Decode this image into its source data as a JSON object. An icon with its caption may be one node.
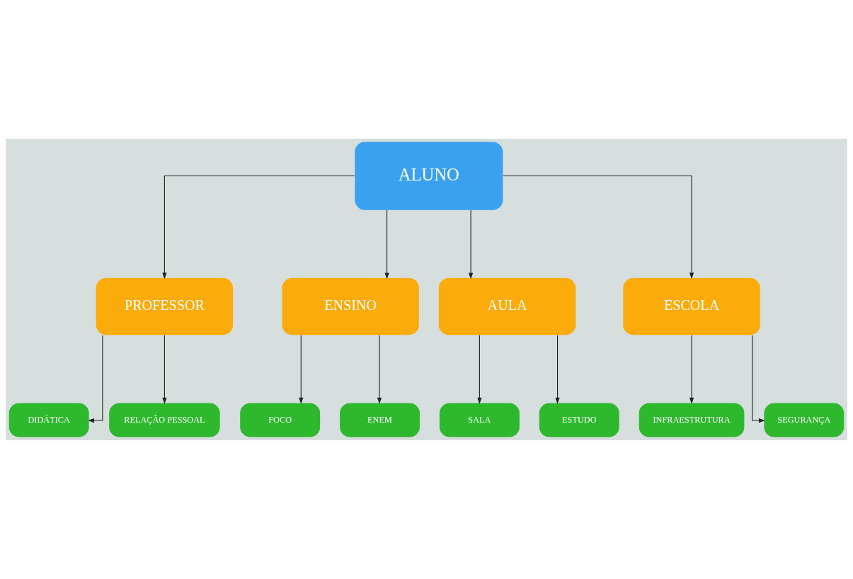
{
  "diagram": {
    "nodes": [
      {
        "text": [
          "ALUNO"
        ]
      },
      {
        "text": [
          "PROFESSOR"
        ]
      },
      {
        "text": [
          "ENSINO"
        ]
      },
      {
        "text": [
          "AULA"
        ]
      },
      {
        "text": [
          "ESCOLA"
        ]
      },
      {
        "text": [
          "DIDÁTICA"
        ]
      },
      {
        "text": [
          "RELAÇÃO PESSOAL"
        ]
      },
      {
        "text": [
          "FOCO"
        ]
      },
      {
        "text": [
          "ENEM"
        ]
      },
      {
        "text": [
          "SALA"
        ]
      },
      {
        "text": [
          "ESTUDO"
        ]
      },
      {
        "text": [
          "INFRAESTRUTURA"
        ]
      },
      {
        "text": [
          "SEGURANÇA"
        ]
      }
    ],
    "edges": [
      {
        "from": 0,
        "to": 1,
        "arrow": "to"
      },
      {
        "from": 0,
        "to": 2,
        "arrow": "to"
      },
      {
        "from": 0,
        "to": 3,
        "arrow": "to"
      },
      {
        "from": 0,
        "to": 4,
        "arrow": "to"
      },
      {
        "from": 1,
        "to": 5,
        "arrow": "to"
      },
      {
        "from": 1,
        "to": 6,
        "arrow": "to"
      },
      {
        "from": 2,
        "to": 7,
        "arrow": "to"
      },
      {
        "from": 2,
        "to": 8,
        "arrow": "to"
      },
      {
        "from": 3,
        "to": 9,
        "arrow": "to"
      },
      {
        "from": 3,
        "to": 10,
        "arrow": "to"
      },
      {
        "from": 4,
        "to": 11,
        "arrow": "to"
      },
      {
        "from": 4,
        "to": 12,
        "arrow": "to"
      }
    ]
  }
}
